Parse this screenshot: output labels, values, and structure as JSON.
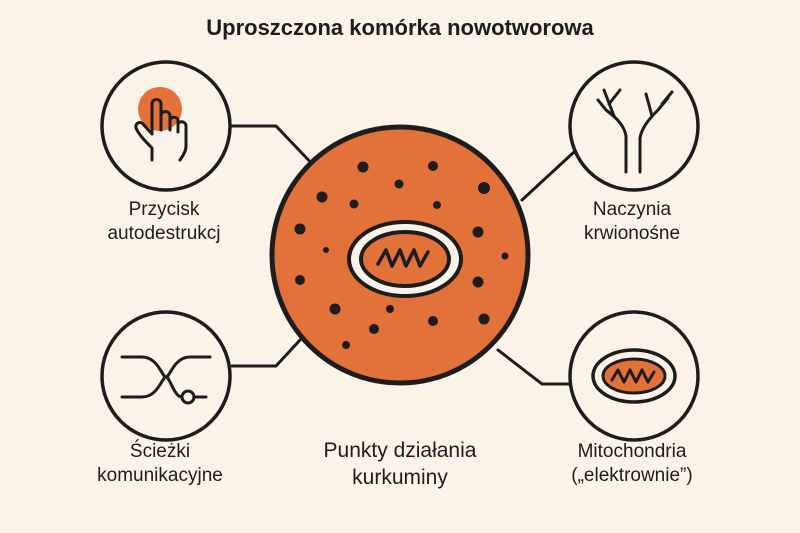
{
  "title": "Uproszczona komórka nowotworowa",
  "colors": {
    "background": "#fbf3e8",
    "cell": "#e3713a",
    "ink": "#1d1d1d",
    "nucleus_fill": "#fbf3e8"
  },
  "labels": {
    "self_destruct_line1": "Przycisk",
    "self_destruct_line2": "autodestrukcj",
    "blood_vessels_line1": "Naczynia",
    "blood_vessels_line2": "krwionośne",
    "pathways_line1": "Ścieżki",
    "pathways_line2": "komunikacyjne",
    "mitochondria_line1": "Mitochondria",
    "mitochondria_line2": "(„elektrownie”)",
    "center_line1": "Punkty działania",
    "center_line2": "kurkuminy"
  },
  "icons": {
    "top_left": "pressing-button-hand-icon",
    "top_right": "blood-vessel-icon",
    "bottom_left": "signal-pathway-icon",
    "bottom_right": "mitochondrion-icon"
  }
}
